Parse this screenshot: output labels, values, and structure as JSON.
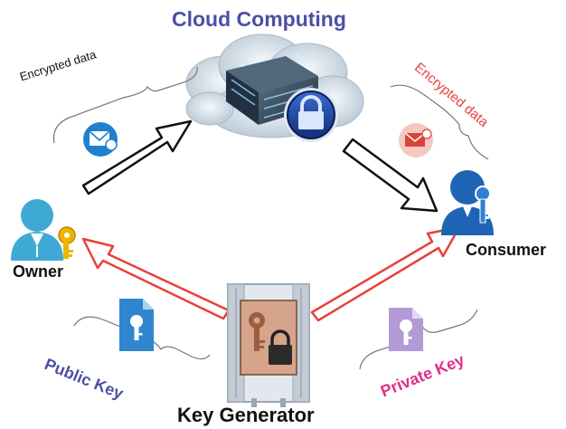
{
  "title": "Cloud Computing",
  "nodes": {
    "owner": "Owner",
    "consumer": "Consumer",
    "key_generator": "Key Generator"
  },
  "edge_labels": {
    "encrypted_left": "Encrypted data",
    "encrypted_right": "Encrypted data",
    "public_key": "Public Key",
    "private_key": "Private Key"
  },
  "colors": {
    "title": "#4b4fa6",
    "encrypted_right": "#e8403a",
    "public_key": "#4b4fa6",
    "private_key": "#e0308a",
    "key_arrow": "#e8403a",
    "data_arrow": "#111111",
    "owner_person": "#3fa9d6",
    "consumer_person": "#1e64b4",
    "key_gold": "#f0b400"
  },
  "icons": {
    "cloud": "cloud-server-lock-icon",
    "owner": "person-with-key-icon",
    "consumer": "person-with-key-icon",
    "key_generator": "key-generator-lock-icon",
    "public_key_file": "key-document-icon",
    "private_key_file": "key-document-icon",
    "mail_left": "email-icon",
    "mail_right": "email-icon"
  }
}
